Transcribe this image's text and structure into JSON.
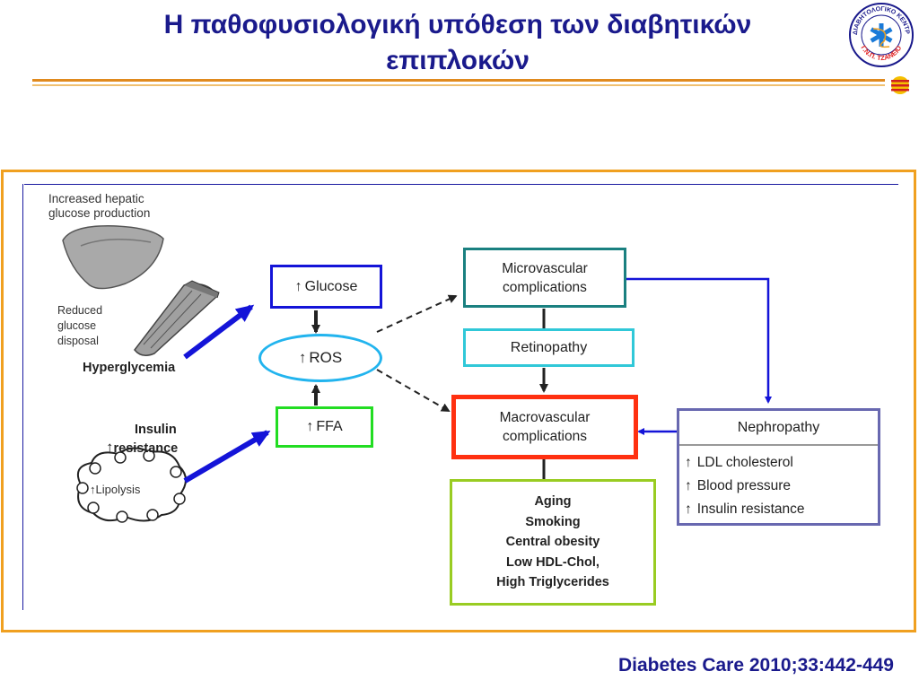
{
  "slide": {
    "title_line1": "Η παθοφυσιολογική υπόθεση των διαβητικών",
    "title_line2": "επιπλοκών",
    "citation": "Diabetes Care 2010;33:442-449"
  },
  "logo": {
    "text_top": "ΔΙΑΒΗΤΟΛΟΓΙΚΟ ΚΕΝΤΡΟ",
    "text_bottom": "Γ.Ν.Π. ΤΖΑΝΕΙΟ"
  },
  "diagram": {
    "hepatic_label_1": "Increased hepatic",
    "hepatic_label_2": "glucose production",
    "disposal_label_1": "Reduced",
    "disposal_label_2": "glucose",
    "disposal_label_3": "disposal",
    "hyperglycemia": "Hyperglycemia",
    "insulin_1": "Insulin",
    "insulin_2": "resistance",
    "lipolysis": "Lipolysis",
    "glucose": "Glucose",
    "ros": "ROS",
    "ffa": "FFA",
    "micro_1": "Microvascular",
    "micro_2": "complications",
    "retinopathy": "Retinopathy",
    "macro_1": "Macrovascular",
    "macro_2": "complications",
    "nephropathy": "Nephropathy",
    "ldl": "LDL cholesterol",
    "bp": "Blood pressure",
    "ir": "Insulin resistance",
    "risk_1": "Aging",
    "risk_2": "Smoking",
    "risk_3": "Central obesity",
    "risk_4": "Low HDL-Chol,",
    "risk_5": "High Triglycerides"
  },
  "colors": {
    "title": "#1a1a8c",
    "frame": "#f0a020",
    "glucose_box": "#1414d8",
    "ros_ellipse": "#22b4ee",
    "ffa_box": "#22dd22",
    "micro_box": "#1a8080",
    "retinopathy_box": "#30c8d8",
    "macro_box": "#ff3010",
    "nephropathy_box": "#6868b0",
    "risk_box": "#99cc22"
  }
}
